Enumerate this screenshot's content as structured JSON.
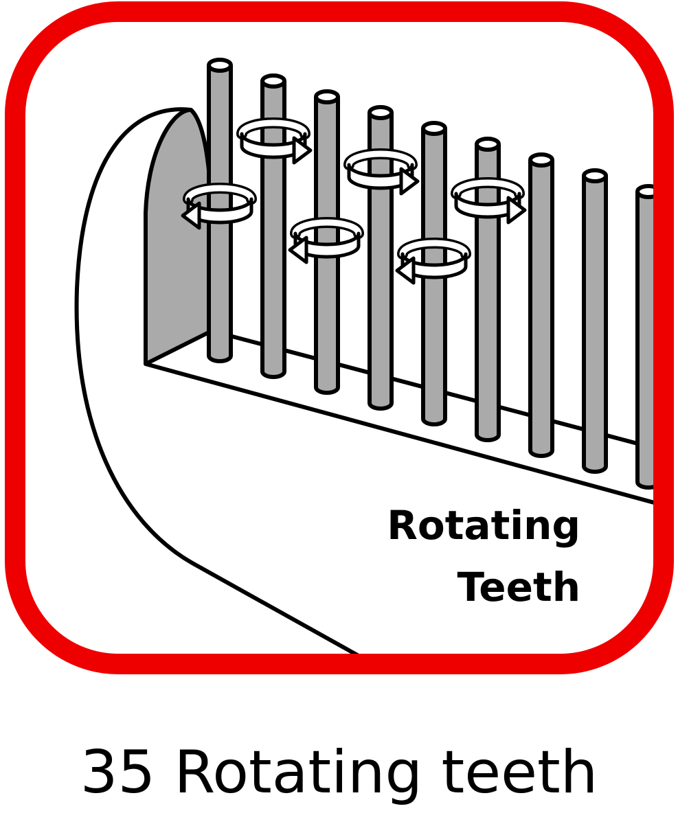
{
  "icon": {
    "name": "rotating-teeth-illustration",
    "frame_color": "#ee0000",
    "tooth_fill": "#aaaaaa",
    "line_color": "#000000",
    "label_lines": [
      "Rotating",
      "Teeth"
    ]
  },
  "caption": "35 Rotating teeth"
}
